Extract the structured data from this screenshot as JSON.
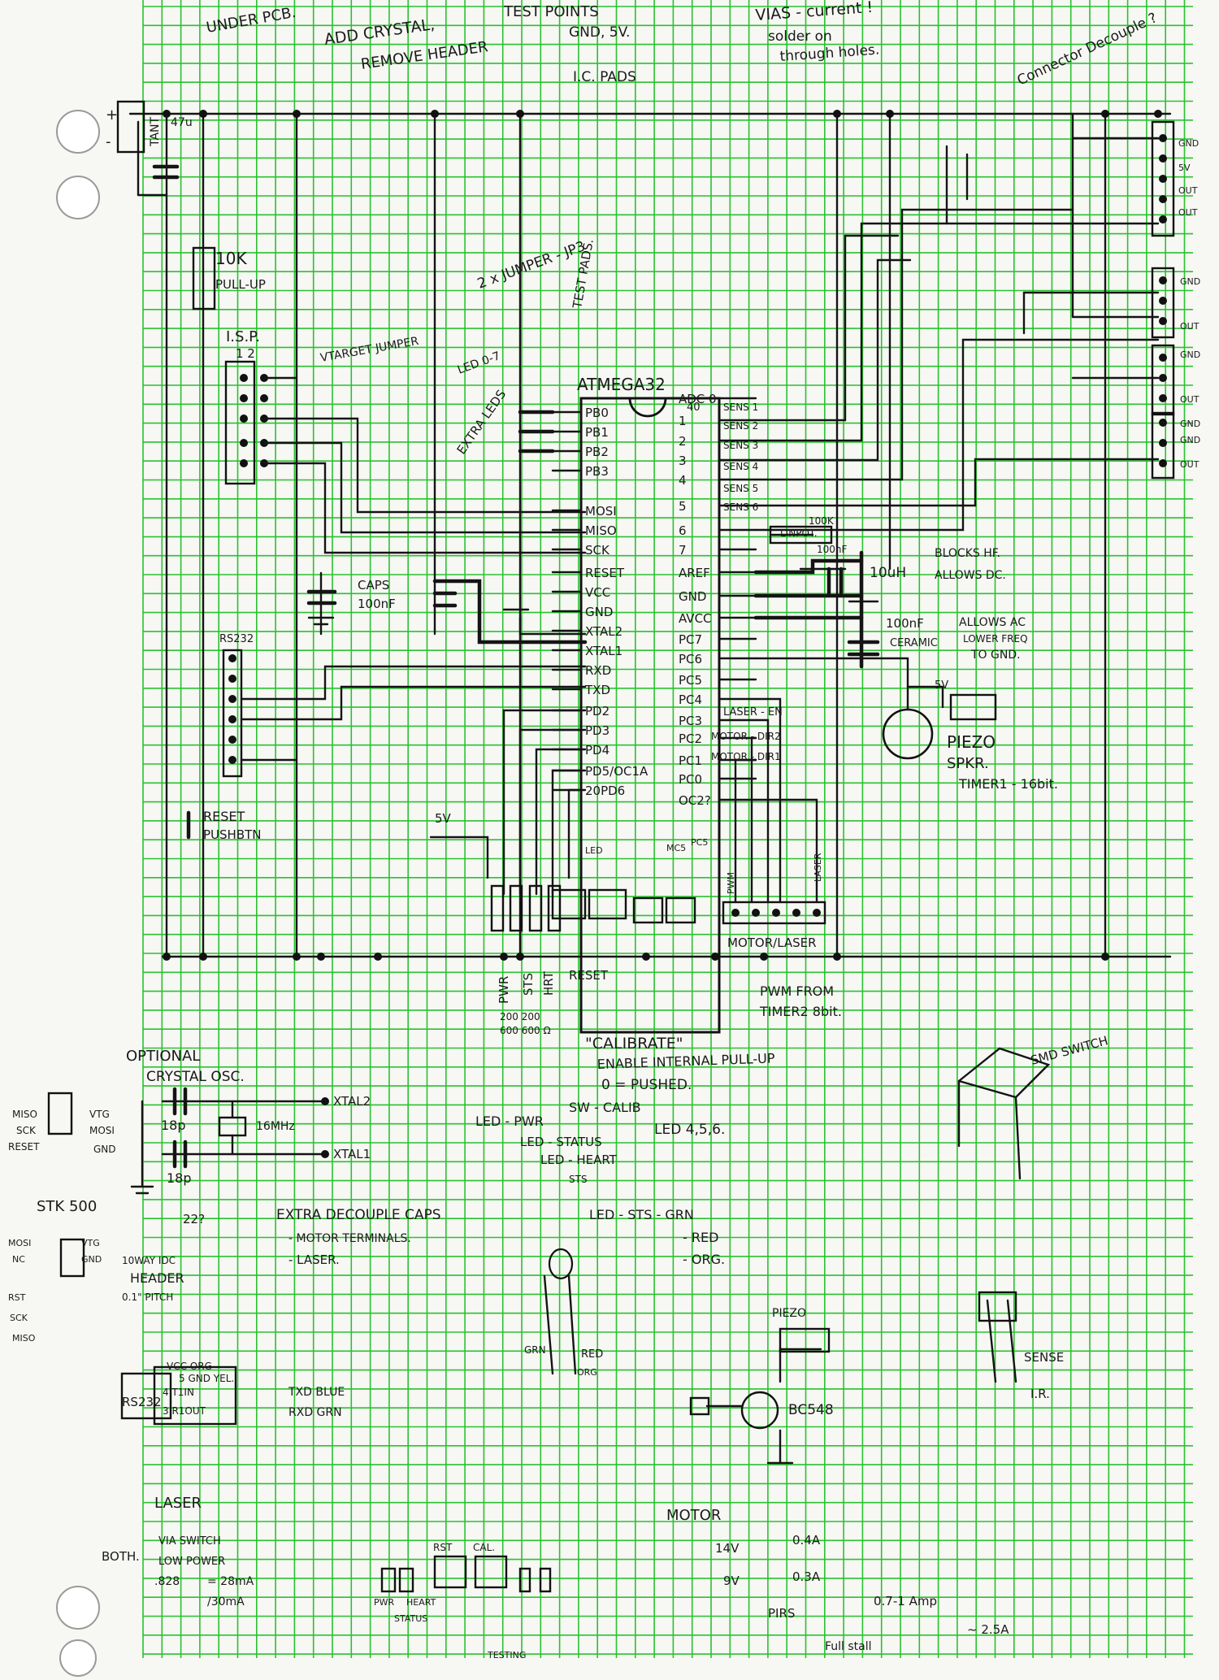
{
  "chart_data": {
    "type": "schematic",
    "title": "ATMEGA32"
  },
  "colors": {
    "grid": "#29c22e",
    "ink": "#141414",
    "paper": "#f7f7f4"
  },
  "notes": {
    "under_pcb": "UNDER PCB.",
    "add_crystal": "ADD CRYSTAL,",
    "remove_header": "REMOVE HEADER",
    "test_points": "TEST POINTS",
    "gnd_5v": "GND, 5V.",
    "ic_pads": "I.C. PADS",
    "vias": "VIAS - current !",
    "solder_on": "solder on",
    "through_holes": "through holes.",
    "connector_decouple": "Connector Decouple ?",
    "jumper": "2 x JUMPER - JP3",
    "test_pads": "TEST PADS.",
    "extra_leds": "EXTRA LEDS",
    "leds_47": "LED 0-7",
    "pullup_val": "10K",
    "pullup": "PULL-UP",
    "isp": "I.S.P.",
    "isp_pins": "1  2",
    "vtarget": "VTARGET JUMPER",
    "caps": "CAPS",
    "caps_val": "100nF",
    "rs232": "RS232",
    "reset_btn": "RESET",
    "pushbtn": "PUSHBTN",
    "tant": "TANT",
    "tant_val": "47u",
    "plus": "+",
    "minus": "-",
    "v5": "5V",
    "inductor": "10uH",
    "blocks_hf": "BLOCKS HF.",
    "allows_dc": "ALLOWS DC.",
    "cap100n": "100nF",
    "ceramic": "CERAMIC",
    "allows_ac": "ALLOWS AC",
    "lower_freq": "LOWER FREQ",
    "to_gnd": "TO GND.",
    "pot": "100K",
    "pot2": "LINPOT.",
    "cap_aref": "100nF",
    "piezo": "PIEZO",
    "spkr": "SPKR.",
    "timer1": "TIMER1 - 16bit.",
    "pwm_from": "PWM FROM",
    "timer2": "TIMER2 8bit.",
    "motor_laser": "MOTOR/LASER",
    "calibrate": "\"CALIBRATE\"",
    "enable_pullup": "ENABLE INTERNAL PULL-UP",
    "pushed": "0 = PUSHED.",
    "calib_sw": "SW - CALIB",
    "optional": "OPTIONAL",
    "crystal_osc": "CRYSTAL OSC.",
    "xtal2": "XTAL2",
    "xtal1": "XTAL1",
    "mhz": "16MHz",
    "p18a": "18p",
    "p18b": "18p",
    "led_pwr": "LED - PWR",
    "led_status": "LED - STATUS",
    "led_heart": "LED - HEART",
    "sts": "STS",
    "led_456": "LED 4,5,6.",
    "extra_decouple": "EXTRA DECOUPLE CAPS",
    "motor_terminals": "- MOTOR TERMINALS.",
    "laser_dc": "- LASER.",
    "led_sts_grn": "LED - STS - GRN",
    "red": "- RED",
    "org": "- ORG.",
    "stk500": "STK 500",
    "q22": "22?",
    "header10": "10WAY IDC",
    "header": "HEADER",
    "pitch": "0.1\" PITCH",
    "rs232b": "RS232",
    "vcc_org": "VCC  ORG",
    "gnd_yel": "5 GND  YEL.",
    "t1in": "4 T1IN",
    "txd_blue": "TXD  BLUE",
    "r1out": "3 R1OUT",
    "rxd_grn": "RXD  GRN",
    "grn": "GRN",
    "red2": "RED",
    "org2": "ORG",
    "piezo2": "PIEZO",
    "bc548": "BC548",
    "smd_switch": "SMD SWITCH",
    "sense": "SENSE",
    "ir": "I.R.",
    "laser": "LASER",
    "both": "BOTH.",
    "via_switch": "VIA SWITCH",
    "low_power": "LOW POWER",
    "v828": ".828",
    "ma28": "= 28mA",
    "ma30": "/30mA",
    "motor": "MOTOR",
    "v14": "14V",
    "a04": "0.4A",
    "v9": "9V",
    "a03": "0.3A",
    "pirs": "PIRS",
    "a071": "0.7-1 Amp",
    "full_stall": "Full stall",
    "a25": "~ 2.5A",
    "rst": "RST",
    "cal": "CAL.",
    "pwr": "PWR",
    "heart": "HEART",
    "status": "STATUS",
    "testing": "TESTING",
    "pwr_v": "PWR",
    "sts_v": "STS",
    "hrt_v": "HRT",
    "reset_v": "RESET",
    "res200a": "200 200",
    "res600a": "600 600 Ω",
    "laser_en": "LASER - EN",
    "motor_dir2": "MOTOR - DIR2",
    "motor_dir1": "MOTOR - DIR1",
    "pwmlabel": "PWM",
    "laserlabel": "LASER",
    "gnd_c": "GND",
    "v5d": "5V",
    "out_a": "OUT",
    "out_b": "OUT",
    "gnd_d": "GND",
    "gnd_e": "GND",
    "out_c": "OUT",
    "gnd_f": "GND",
    "out_d": "OUT",
    "gnd_g": "GND",
    "out_e": "OUT",
    "miso": "MISO",
    "sck": "SCK",
    "reset_s": "RESET",
    "vtg": "VTG",
    "mosi": "MOSI",
    "gnd_s": "GND",
    "mosi2": "MOSI",
    "vtg2": "VTG",
    "nc": "NC",
    "gnd2": "GND",
    "rst2": "RST",
    "sck2": "SCK",
    "miso2": "MISO",
    "led_sig": "LED",
    "mc5": "MC5",
    "pc_sig": "PC5"
  },
  "ic": {
    "name": "ATMEGA32",
    "left_pins": [
      "PB0",
      "PB1",
      "PB2",
      "PB3",
      "MOSI",
      "MISO",
      "SCK",
      "RESET",
      "VCC",
      "GND",
      "XTAL2",
      "XTAL1",
      "RXD",
      "TXD",
      "PD2",
      "PD3",
      "PD4",
      "PD5/OC1A",
      "20PD6"
    ],
    "right_pins": [
      "ADC 0",
      "1",
      "2",
      "3",
      "4",
      "5",
      "6",
      "7",
      "AREF",
      "GND",
      "AVCC",
      "PC7",
      "PC6",
      "PC5",
      "PC4",
      "PC3",
      "PC2",
      "PC1",
      "PC0",
      "OC2?"
    ],
    "pin40": "40",
    "sens": [
      "SENS 1",
      "SENS 2",
      "SENS 3",
      "SENS 4",
      "SENS 5",
      "SENS 6"
    ]
  }
}
